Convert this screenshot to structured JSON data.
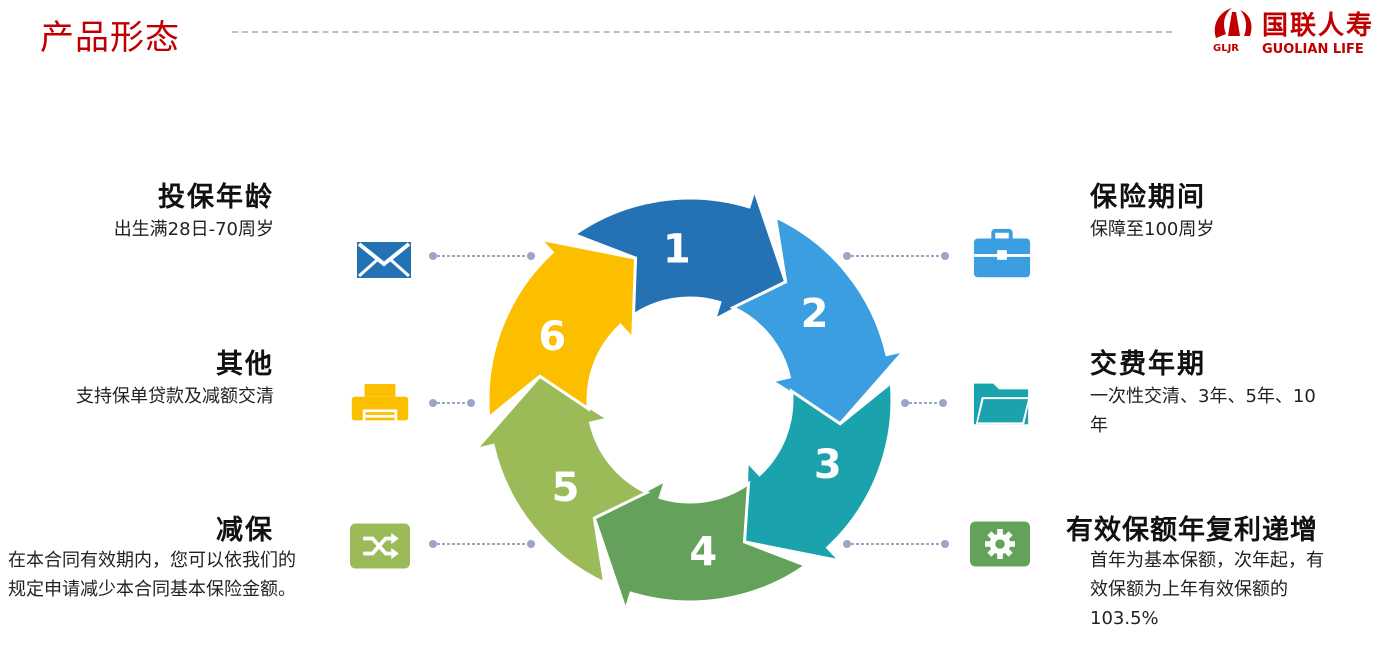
{
  "header": {
    "title": "产品形态",
    "logo_cn": "国联人寿",
    "logo_en": "GUOLIAN LIFE",
    "logo_abbr": "GLJR"
  },
  "cycle": {
    "steps": [
      {
        "num": "1",
        "color": "#2472b4"
      },
      {
        "num": "2",
        "color": "#3a9ee0"
      },
      {
        "num": "3",
        "color": "#1aa3ad"
      },
      {
        "num": "4",
        "color": "#64a15a"
      },
      {
        "num": "5",
        "color": "#9bbb59"
      },
      {
        "num": "6",
        "color": "#fbbf00"
      }
    ]
  },
  "left_items": [
    {
      "title": "投保年龄",
      "desc": "出生满28日-70周岁",
      "icon": "envelope-icon",
      "icon_color": "#2472b4"
    },
    {
      "title": "其他",
      "desc": "支持保单贷款及减额交清",
      "icon": "printer-icon",
      "icon_color": "#fbbf00"
    },
    {
      "title": "减保",
      "desc": "在本合同有效期内，您可以依我们的规定申请减少本合同基本保险金额。",
      "icon": "shuffle-icon",
      "icon_color": "#9bbb59"
    }
  ],
  "right_items": [
    {
      "title": "保险期间",
      "desc": "保障至100周岁",
      "icon": "briefcase-icon",
      "icon_color": "#3a9ee0"
    },
    {
      "title": "交费年期",
      "desc": "一次性交清、3年、5年、10年",
      "icon": "folder-icon",
      "icon_color": "#1aa3ad"
    },
    {
      "title": "有效保额年复利递增",
      "desc": "首年为基本保额，次年起，有效保额为上年有效保额的103.5%",
      "icon": "gear-icon",
      "icon_color": "#64a15a"
    }
  ]
}
